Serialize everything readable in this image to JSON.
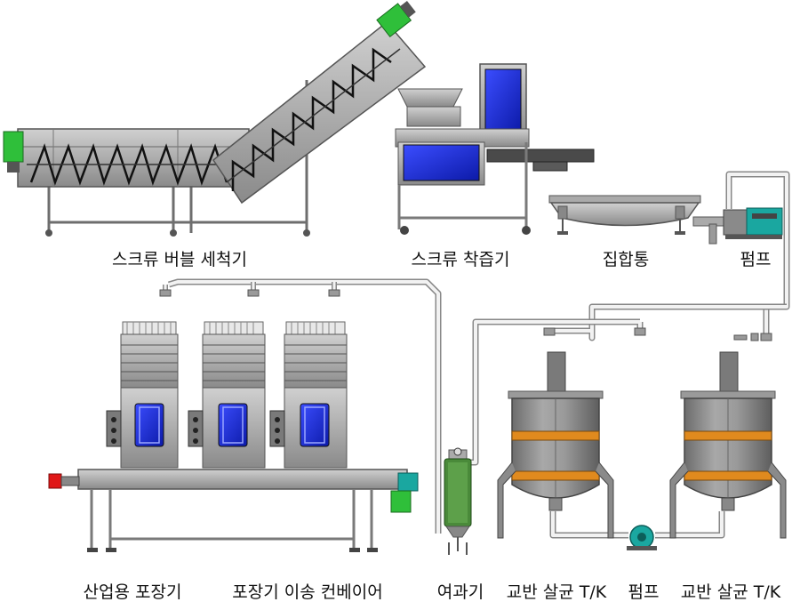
{
  "labels": {
    "screw_washer": "스크류 버블 세척기",
    "screw_juicer": "스크류 착즙기",
    "collection_tank": "집합통",
    "pump_top": "펌프",
    "packaging_machine": "산업용 포장기",
    "packaging_conveyor": "포장기 이송 컨베이어",
    "filter": "여과기",
    "mix_tank_1": "교반 살균 T/K",
    "pump_bottom": "펌프",
    "mix_tank_2": "교반 살균 T/K"
  },
  "colors": {
    "steel": "#8a8a8a",
    "steel_dark": "#5c5c5c",
    "steel_light": "#d4d4d4",
    "blue_panel": "#1a2ee0",
    "motor_green": "#2fbf3a",
    "teal_motor": "#1aa7a0",
    "orange_band": "#e08a1e",
    "filter_green": "#4a8a3a",
    "beacon_red": "#e01818"
  }
}
